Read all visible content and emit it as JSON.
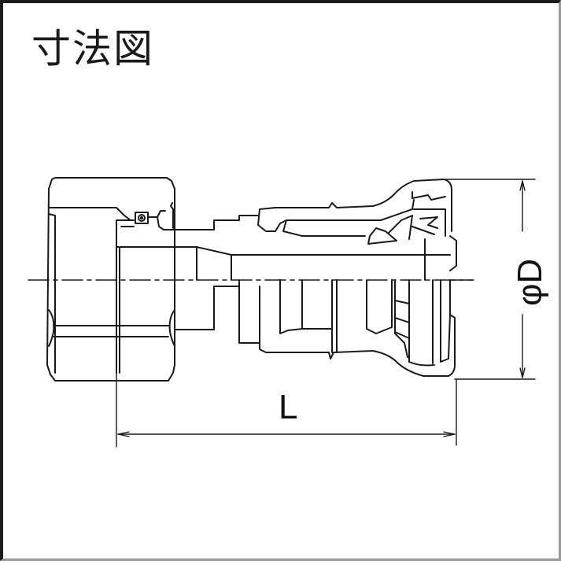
{
  "title": "寸法図",
  "drawing": {
    "subject": "quick-coupler-with-female-nut",
    "line_color": "#1a1a1a",
    "background": "#ffffff"
  },
  "dimensions": {
    "length_label": "L",
    "diameter_label": "φD"
  }
}
